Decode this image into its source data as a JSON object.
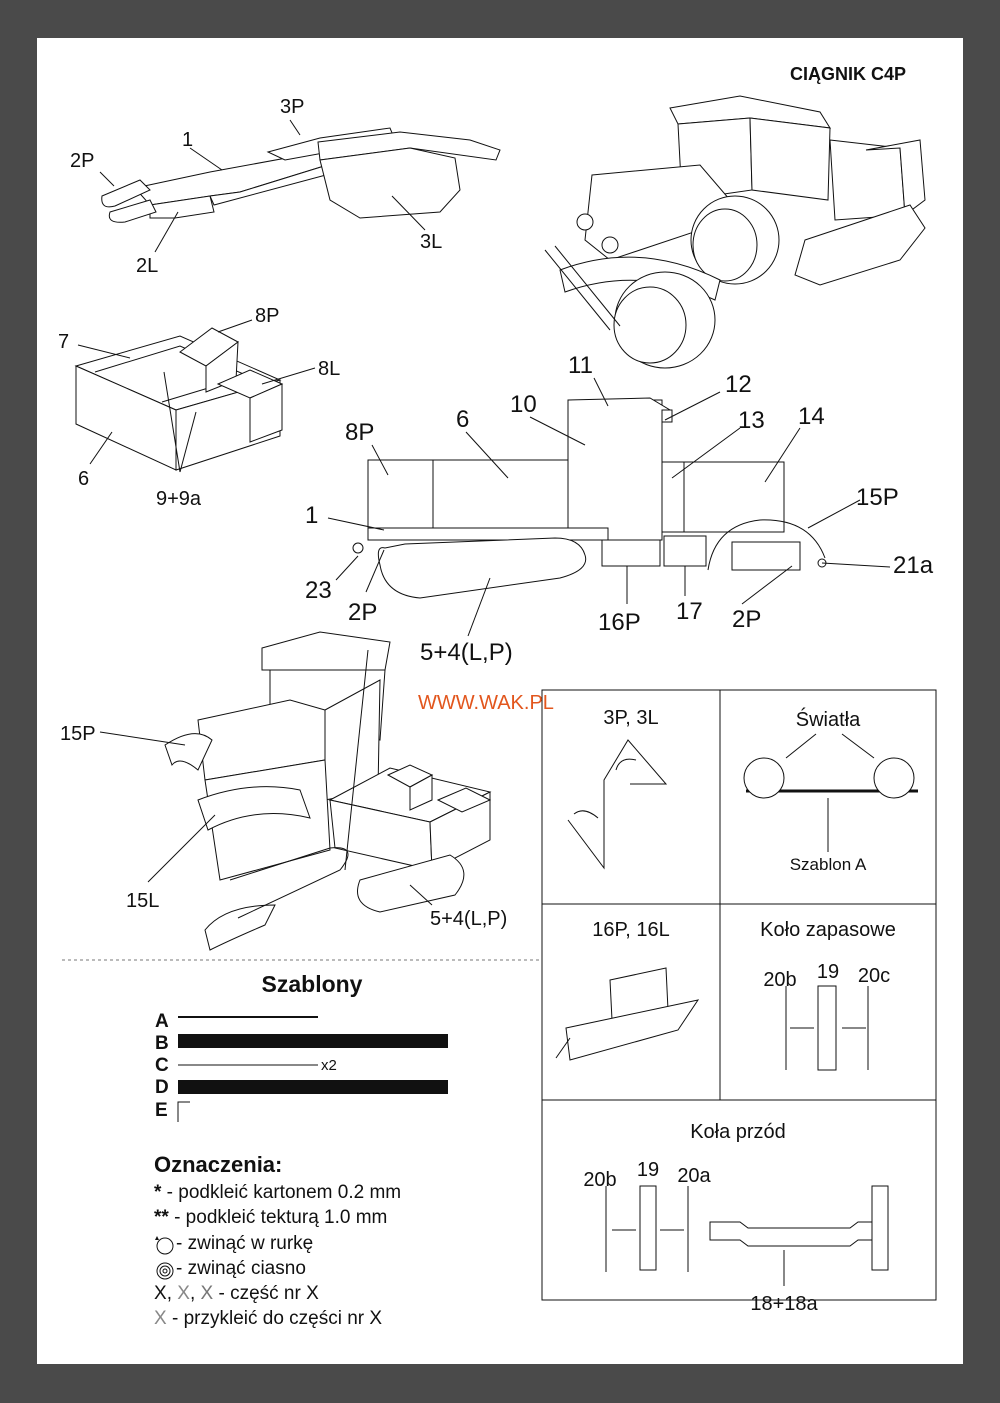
{
  "title": "CIĄGNIK C4P",
  "website": "WWW.WAK.PL",
  "colors": {
    "frame": "#4a4a4a",
    "website": "#e2561d",
    "ink": "#111111",
    "gray_mark": "#888888"
  },
  "diagram1": {
    "labels": {
      "p3P": "3P",
      "p1": "1",
      "p2P": "2P",
      "p2L": "2L",
      "p3L": "3L"
    }
  },
  "diagram3": {
    "labels": {
      "p8P": "8P",
      "p7": "7",
      "p8L": "8L",
      "p6": "6",
      "p9": "9+9a"
    }
  },
  "diagram4": {
    "labels": {
      "p11": "11",
      "p12": "12",
      "p10": "10",
      "p13": "13",
      "p14": "14",
      "p8P": "8P",
      "p6": "6",
      "p15P": "15P",
      "p1": "1",
      "p21a": "21a",
      "p23": "23",
      "p2P_left": "2P",
      "p16P": "16P",
      "p17": "17",
      "p2P_right": "2P",
      "p5": "5+4(L,P)"
    }
  },
  "diagram5": {
    "labels": {
      "p15P": "15P",
      "p15L": "15L",
      "p5": "5+4(L,P)"
    }
  },
  "detail_boxes": {
    "b1": {
      "title": "3P, 3L"
    },
    "b2": {
      "title": "Światła",
      "template": "Szablon A"
    },
    "b3": {
      "title": "16P, 16L"
    },
    "b4": {
      "title": "Koło zapasowe",
      "l19": "19",
      "l20b": "20b",
      "l20c": "20c"
    },
    "b5": {
      "title": "Koła przód",
      "l19": "19",
      "l20b": "20b",
      "l20a": "20a",
      "l18": "18+18a"
    }
  },
  "templates": {
    "heading": "Szablony",
    "rows": [
      {
        "letter": "A",
        "style": "thin"
      },
      {
        "letter": "B",
        "style": "thick"
      },
      {
        "letter": "C",
        "style": "hairline",
        "note": "x2"
      },
      {
        "letter": "D",
        "style": "thick"
      },
      {
        "letter": "E",
        "style": "corner"
      }
    ]
  },
  "legend": {
    "heading": "Oznaczenia:",
    "items": [
      {
        "mark": "*",
        "text": " - podkleić kartonem 0.2 mm"
      },
      {
        "mark": "**",
        "text": " - podkleić tekturą 1.0 mm"
      },
      {
        "icon": "roll-loose-icon",
        "text": "- zwinąć w rurkę"
      },
      {
        "icon": "roll-tight-icon",
        "text": "- zwinąć ciasno"
      },
      {
        "marks": [
          "X",
          "X",
          "X"
        ],
        "text": " - część nr X"
      },
      {
        "mark": "X",
        "text": " - przykleić do części nr X"
      }
    ]
  }
}
